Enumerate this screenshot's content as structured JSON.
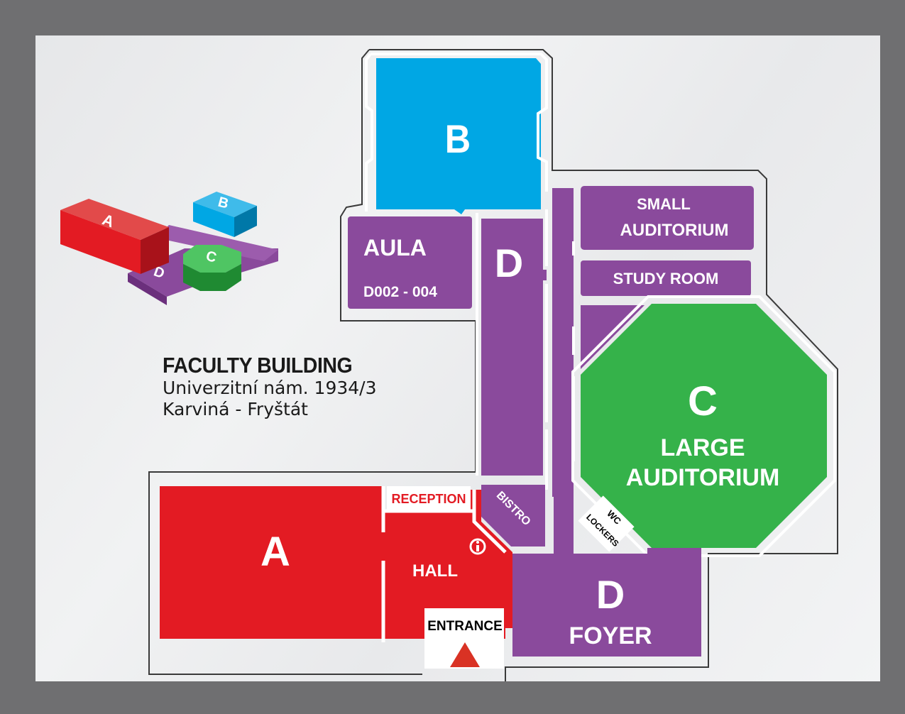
{
  "colors": {
    "frame": "#6f6f71",
    "building_a": "#e31b23",
    "building_b": "#00a7e4",
    "building_c": "#35b24a",
    "building_d": "#8a4a9c",
    "entrance_marker": "#d93224"
  },
  "address": {
    "title": "FACULTY BUILDING",
    "street": "Univerzitní nám. 1934/3",
    "city": "Karviná - Fryštát"
  },
  "mini_map": {
    "label_a": "A",
    "label_b": "B",
    "label_c": "C",
    "label_d": "D"
  },
  "rooms": {
    "b": "B",
    "aula": "AULA",
    "aula_code": "D002 - 004",
    "d_corridor": "D",
    "small_auditorium_line1": "SMALL",
    "small_auditorium_line2": "AUDITORIUM",
    "study_room": "STUDY ROOM",
    "c": "C",
    "large_auditorium_line1": "LARGE",
    "large_auditorium_line2": "AUDITORIUM",
    "reception": "RECEPTION",
    "bistro": "BISTRO",
    "wc": "WC",
    "lockers": "LOCKERS",
    "a": "A",
    "hall": "HALL",
    "info_icon": "info-icon",
    "d_foyer": "D",
    "foyer": "FOYER",
    "entrance": "ENTRANCE"
  }
}
